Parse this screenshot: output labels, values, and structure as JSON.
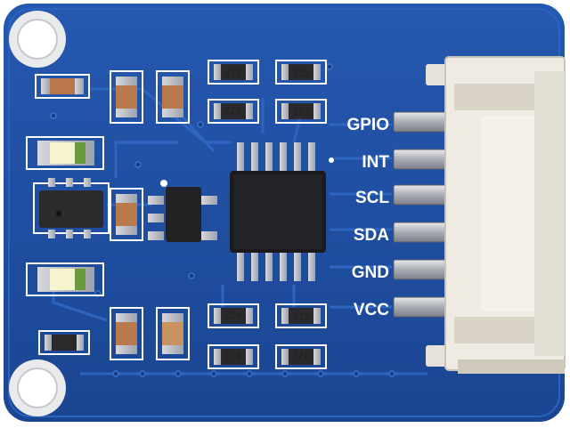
{
  "board": {
    "pin_labels": [
      {
        "id": "gpio",
        "label": "GPIO"
      },
      {
        "id": "int",
        "label": "INT"
      },
      {
        "id": "scl",
        "label": "SCL"
      },
      {
        "id": "sda",
        "label": "SDA"
      },
      {
        "id": "gnd",
        "label": "GND"
      },
      {
        "id": "vcc",
        "label": "VCC"
      }
    ],
    "resistor_codes": {
      "r1": "472",
      "r2": "822",
      "r3": "472",
      "r4": "103",
      "r5": "472",
      "r6": "472",
      "r7": "472",
      "r8": "472"
    },
    "colors": {
      "pcb": "#1e4fa3",
      "silkscreen": "#ffffff",
      "connector": "#ece8e0",
      "pins": "#c9cbcf",
      "chip": "#1b1b1d"
    }
  }
}
